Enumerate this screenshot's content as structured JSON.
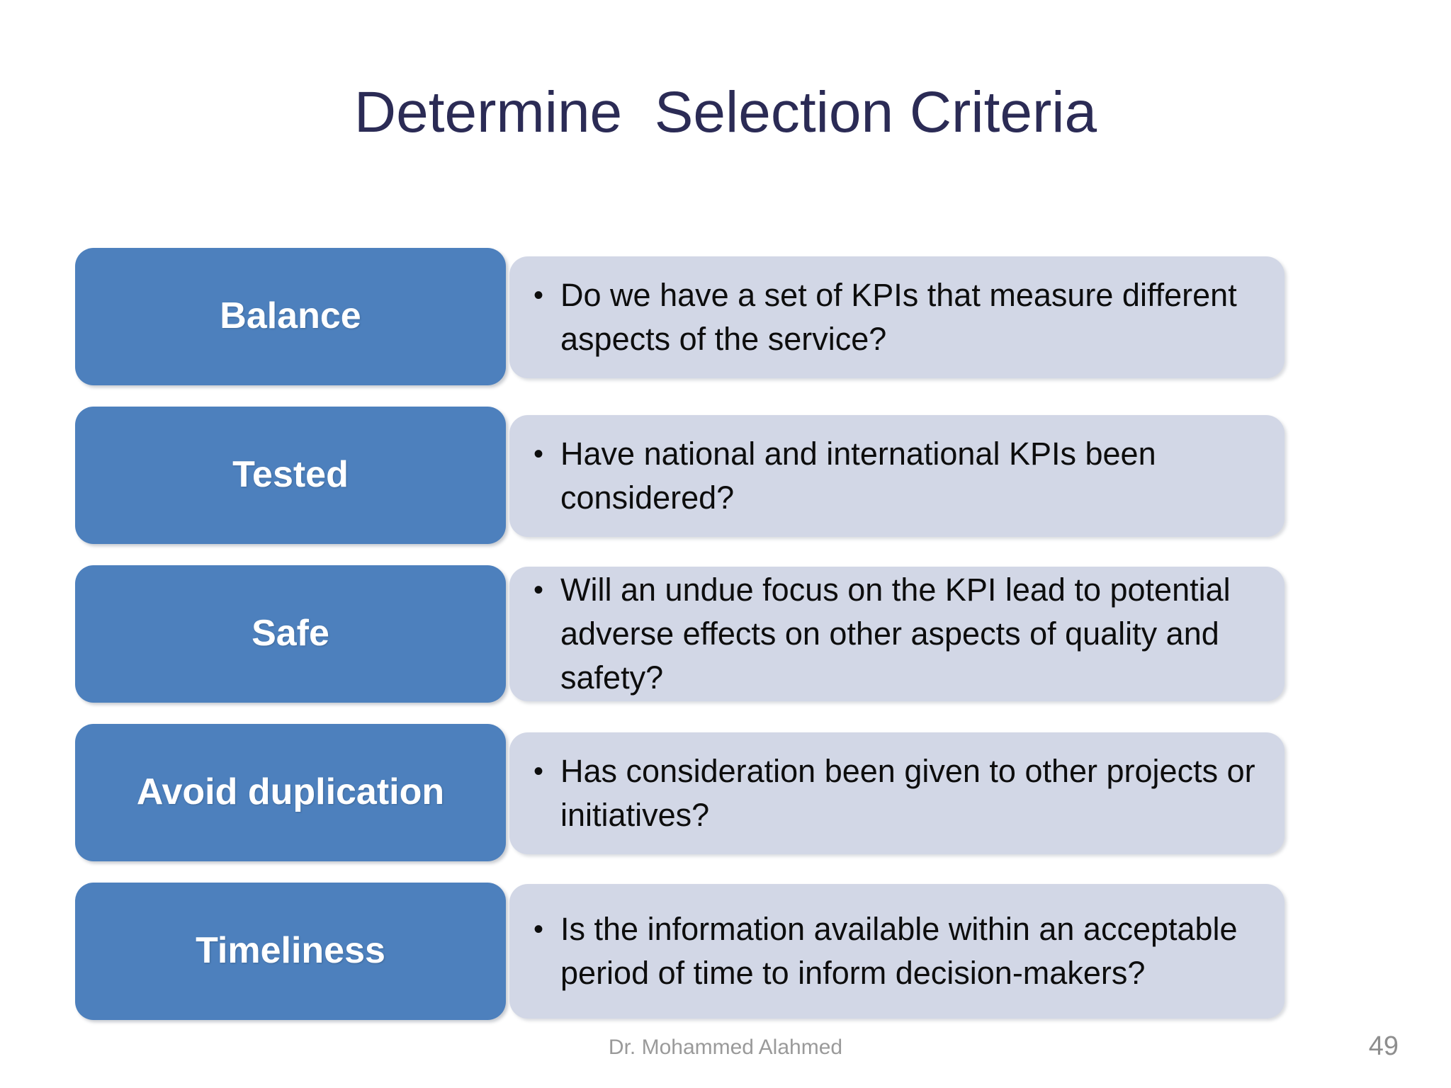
{
  "slide": {
    "title": "Determine  Selection Criteria",
    "colors": {
      "title_text": "#2b2b55",
      "label_box": "#4d80bd",
      "label_text": "#ffffff",
      "content_box": "#d2d7e6",
      "content_text": "#0d0d0d",
      "footer_text": "#9a9a9a",
      "background": "#ffffff"
    },
    "rows": [
      {
        "label": "Balance",
        "bullet_marker": "•",
        "bullet": "Do we have a set of KPIs that measure different aspects of the service?"
      },
      {
        "label": "Tested",
        "bullet_marker": "•",
        "bullet": "Have national and international KPIs been considered?"
      },
      {
        "label": "Safe",
        "bullet_marker": "•",
        "bullet": "Will an undue focus on the KPI lead to potential adverse effects on other aspects of quality and safety?"
      },
      {
        "label": "Avoid duplication",
        "bullet_marker": "•",
        "bullet": "Has consideration been given to other projects or initiatives?"
      },
      {
        "label": "Timeliness",
        "bullet_marker": "•",
        "bullet": "Is the information available within an acceptable period of time to inform decision-makers?"
      }
    ],
    "footer": {
      "author": "Dr. Mohammed Alahmed",
      "page_number": "49"
    }
  }
}
